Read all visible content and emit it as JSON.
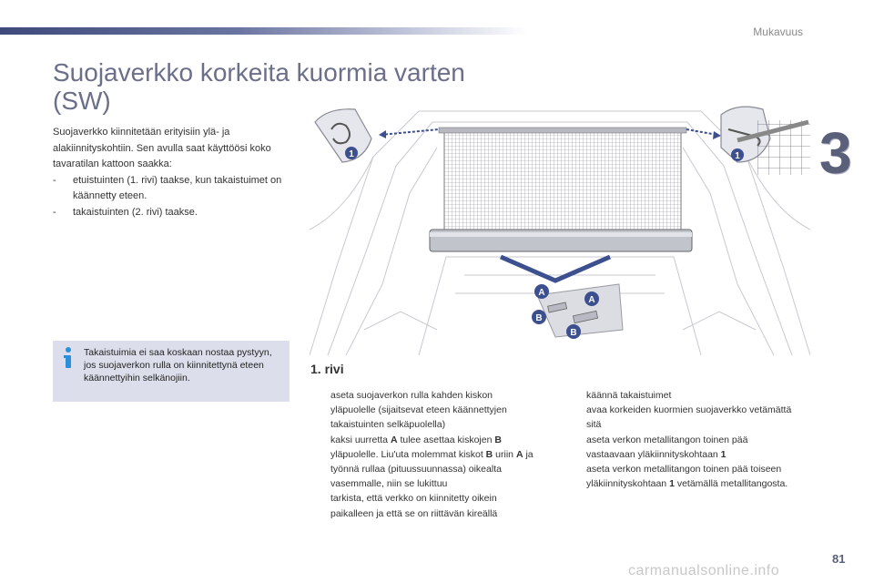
{
  "header": {
    "section_name": "Mukavuus",
    "chapter_number": "3",
    "bar_color": "#3d4a7a"
  },
  "title": "Suojaverkko korkeita kuormia varten (SW)",
  "intro": {
    "text": "Suojaverkko kiinnitetään erityisiin ylä- ja alakiinnityskohtiin. Sen avulla saat käyttöösi koko tavaratilan kattoon saakka:",
    "items": [
      {
        "dash": "-",
        "text": "etuistuinten (1. rivi) taakse, kun takaistuimet on käännetty eteen."
      },
      {
        "dash": "-",
        "text": "takaistuinten (2. rivi) taakse."
      }
    ]
  },
  "info": {
    "icon": "info-icon",
    "text": "Takaistuimia ei saa koskaan nostaa pystyyn, jos suojaverkon rulla on kiinnitettynä eteen käännettyihin selkänojiin.",
    "background": "#dcdfeb"
  },
  "illustration": {
    "labels": {
      "one": "1",
      "a": "A",
      "b": "B"
    },
    "accent": "#3c4f8f"
  },
  "section": {
    "heading": "1. rivi",
    "bullet_mark": "",
    "left_items": [
      {
        "parts": [
          {
            "t": "aseta suojaverkon rulla kahden kiskon yläpuolelle (sijaitsevat eteen käännettyjen takaistuinten selkäpuolella)"
          }
        ]
      },
      {
        "parts": [
          {
            "t": "kaksi uurretta "
          },
          {
            "t": "A",
            "b": true
          },
          {
            "t": " tulee asettaa kiskojen "
          },
          {
            "t": "B",
            "b": true
          },
          {
            "t": " yläpuolelle. Liu'uta molemmat kiskot "
          },
          {
            "t": "B",
            "b": true
          },
          {
            "t": " uriin "
          },
          {
            "t": "A",
            "b": true
          },
          {
            "t": " ja työnnä rullaa (pituussuunnassa) oikealta vasemmalle, niin se lukittuu"
          }
        ]
      },
      {
        "parts": [
          {
            "t": "tarkista, että verkko on kiinnitetty oikein paikalleen ja että se on riittävän kireällä"
          }
        ]
      }
    ],
    "right_items": [
      {
        "parts": [
          {
            "t": "käännä takaistuimet"
          }
        ]
      },
      {
        "parts": [
          {
            "t": "avaa korkeiden kuormien suojaverkko vetämättä sitä"
          }
        ]
      },
      {
        "parts": [
          {
            "t": "aseta verkon metallitangon toinen pää vastaavaan yläkiinnityskohtaan "
          },
          {
            "t": "1",
            "b": true
          }
        ]
      },
      {
        "parts": [
          {
            "t": "aseta verkon metallitangon toinen pää toiseen yläkiinnityskohtaan "
          },
          {
            "t": "1",
            "b": true
          },
          {
            "t": " vetämällä metallitangosta."
          }
        ]
      }
    ]
  },
  "footer": {
    "page_number": "81",
    "watermark": "carmanualsonline.info"
  }
}
